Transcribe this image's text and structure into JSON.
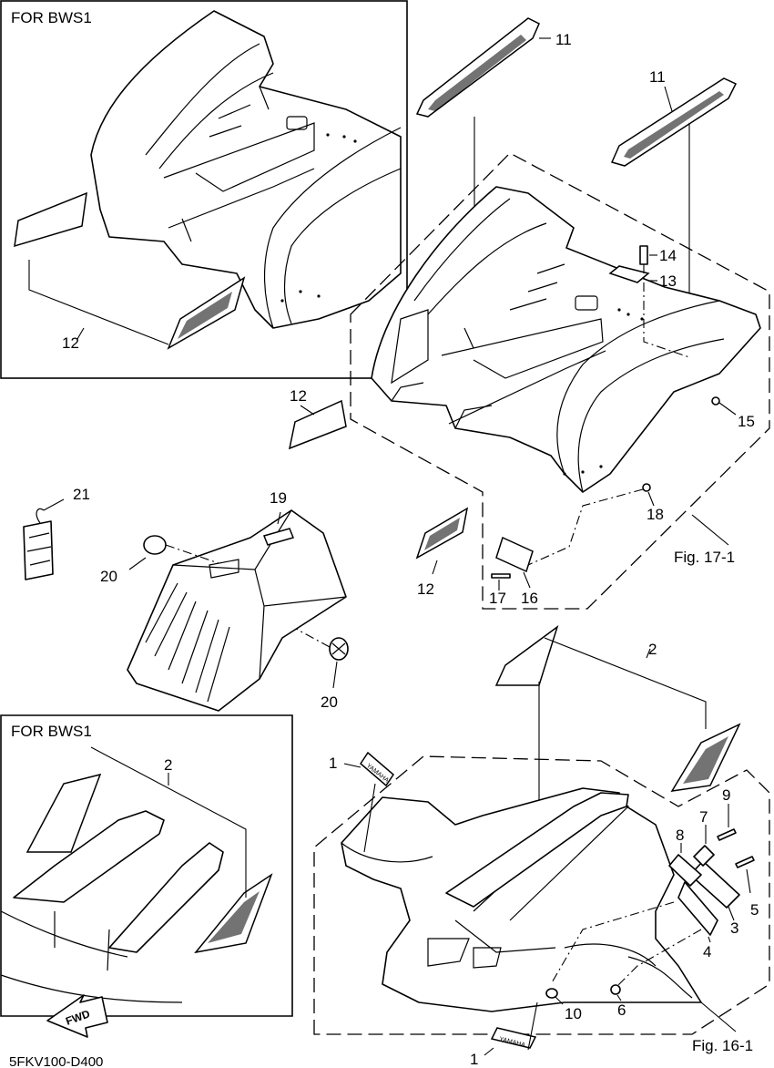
{
  "insets": {
    "rear": {
      "title": "FOR BWS1"
    },
    "front": {
      "title": "FOR BWS1"
    }
  },
  "labels": {
    "p1a": "1",
    "p1b": "1",
    "p2a": "2",
    "p2b": "2",
    "p3": "3",
    "p4": "4",
    "p5": "5",
    "p6": "6",
    "p7": "7",
    "p8": "8",
    "p9": "9",
    "p10": "10",
    "p11a": "11",
    "p11b": "11",
    "p12a": "12",
    "p12b": "12",
    "p12c": "12",
    "p13": "13",
    "p14": "14",
    "p15": "15",
    "p16": "16",
    "p17": "17",
    "p18": "18",
    "p19": "19",
    "p20a": "20",
    "p20b": "20",
    "p21": "21"
  },
  "references": {
    "rear_fender": "Fig. 17-1",
    "front_fender": "Fig. 16-1"
  },
  "decal_text": {
    "brand": "YAMAHA"
  },
  "icons": {
    "fwd_arrow": {
      "icon": "fwd-arrow-icon",
      "text": "FWD"
    }
  },
  "diagram_code": "5FKV100-D400"
}
